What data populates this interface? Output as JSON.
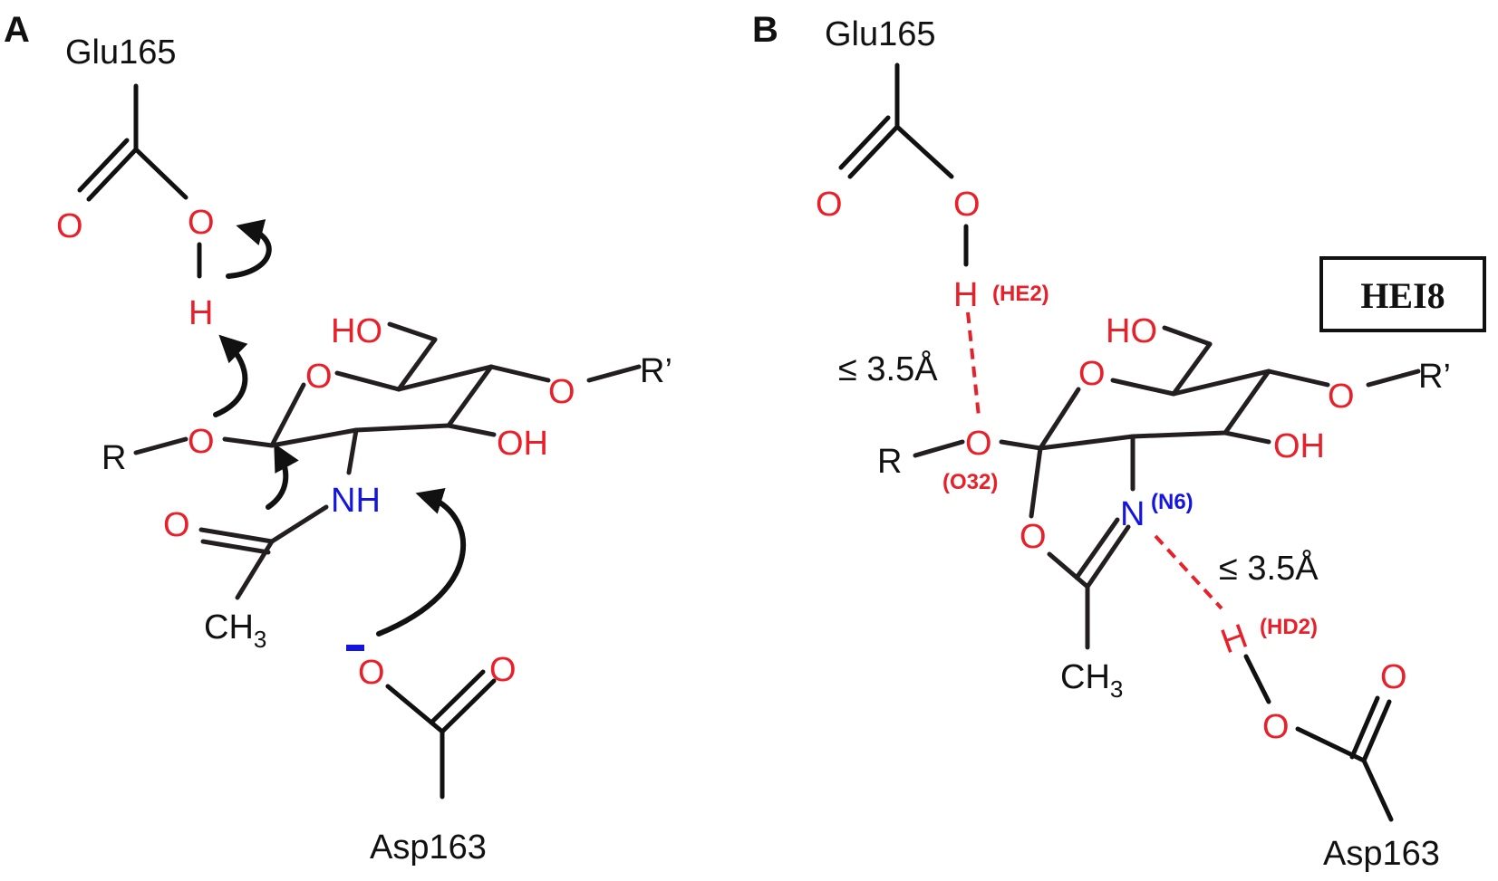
{
  "panel_a": {
    "label": "A",
    "glu_label": "Glu165",
    "asp_label": "Asp163",
    "o_carbonyl_glu": "O",
    "o_glu": "O",
    "h_label": "H",
    "ring_o": "O",
    "ho_label": "HO",
    "o_r_prime": "O",
    "r_prime": "R’",
    "oh_label": "OH",
    "o_glyco": "O",
    "r_label": "R",
    "nh_label": "NH",
    "o_acetyl": "O",
    "ch_label": "CH",
    "ch_sub": "3",
    "minus_sign": "-",
    "o_asp_minus": "O",
    "o_asp_carbonyl": "O"
  },
  "panel_b": {
    "label": "B",
    "glu_label": "Glu165",
    "asp_label": "Asp163",
    "o_carbonyl_glu": "O",
    "o_glu": "O",
    "h_label": "H",
    "he2_label": "(HE2)",
    "dist1": "≤ 3.5Å",
    "dist2": "≤ 3.5Å",
    "ring_o": "O",
    "ho_label": "HO",
    "o_r_prime": "O",
    "r_prime": "R’",
    "oh_label": "OH",
    "o_glyco": "O",
    "o32_label": "(O32)",
    "r_label": "R",
    "n_label": "N",
    "n6_label": "(N6)",
    "o_oxazoline": "O",
    "ch_label": "CH",
    "ch_sub": "3",
    "h2_label": "H",
    "hd2_label": "(HD2)",
    "o_asp": "O",
    "o_asp_carbonyl": "O",
    "box_label": "HEI8"
  },
  "colors": {
    "oxygen": "#e8202a",
    "nitrogen": "#1515e0",
    "bond": "#111111"
  }
}
